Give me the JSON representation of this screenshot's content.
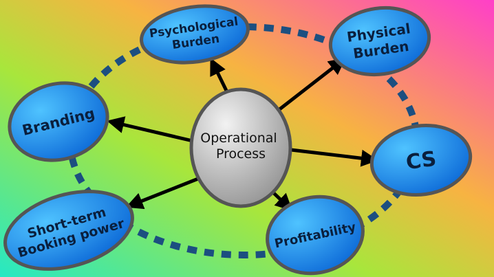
{
  "diagram": {
    "center": {
      "lines": [
        "Operational",
        "Process"
      ]
    },
    "nodes": [
      {
        "id": "psychological-burden",
        "lines": [
          "Psychological",
          "Burden"
        ]
      },
      {
        "id": "physical-burden",
        "lines": [
          "Physical",
          "Burden"
        ]
      },
      {
        "id": "branding",
        "lines": [
          "Branding"
        ]
      },
      {
        "id": "cs",
        "lines": [
          "CS"
        ]
      },
      {
        "id": "short-term-booking-power",
        "lines": [
          "Short-term",
          "Booking power"
        ]
      },
      {
        "id": "profitability",
        "lines": [
          "Profitability"
        ]
      }
    ],
    "colors": {
      "node_fill_light": "#4fc3ff",
      "node_fill_dark": "#0a66d6",
      "node_stroke": "#555555",
      "center_fill_light": "#f2f2f2",
      "center_fill_dark": "#8a8a8a",
      "ring_dash": "#1c4f80",
      "arrow": "#000000"
    }
  }
}
